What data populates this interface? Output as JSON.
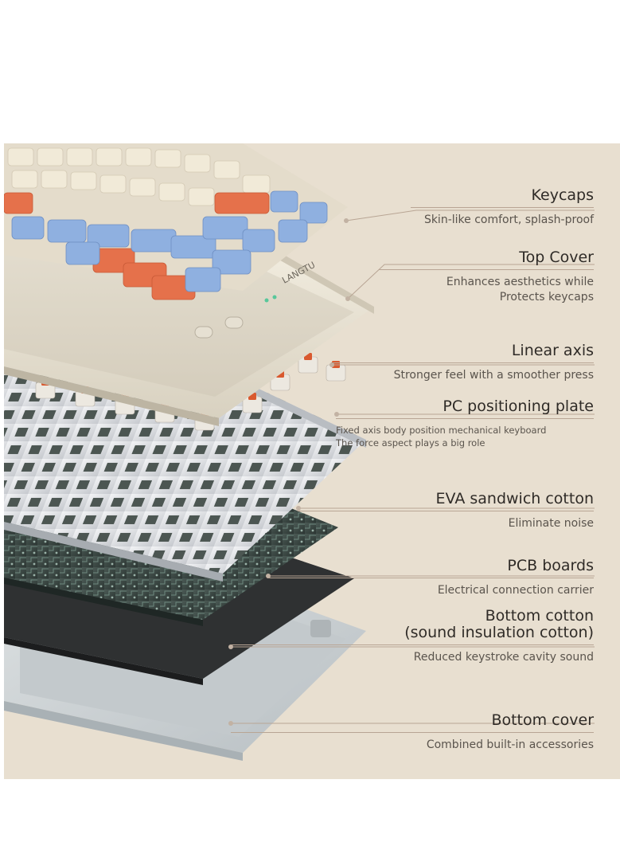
{
  "brand": "LANGTU",
  "colors": {
    "panel_background": "#e8dfd0",
    "keycap_cream": "#f1ead8",
    "keycap_blue": "#8fb0e0",
    "keycap_orange": "#e5714b",
    "switch_orange": "#d9592f",
    "plate_silver": "#d9dbde",
    "pcb_green": "#3c4a45",
    "bottom_cover": "#c9cfd2"
  },
  "layers": [
    {
      "title": "Keycaps",
      "description_lines": [
        "Skin-like comfort, splash-proof"
      ]
    },
    {
      "title": "Top Cover",
      "description_lines": [
        "Enhances aesthetics while",
        "Protects keycaps"
      ]
    },
    {
      "title": "Linear axis",
      "description_lines": [
        "Stronger feel with a smoother press"
      ]
    },
    {
      "title": "PC positioning plate",
      "description_lines": [
        "Fixed axis body position mechanical keyboard",
        "The force aspect plays a big role"
      ]
    },
    {
      "title": "EVA sandwich cotton",
      "description_lines": [
        "Eliminate noise"
      ]
    },
    {
      "title": "PCB boards",
      "description_lines": [
        "Electrical connection carrier"
      ]
    },
    {
      "title_lines": [
        "Bottom cotton",
        "(sound insulation cotton)"
      ],
      "description_lines": [
        "Reduced keystroke cavity sound"
      ]
    },
    {
      "title": "Bottom cover",
      "description_lines": [
        "Combined built-in accessories"
      ]
    }
  ]
}
